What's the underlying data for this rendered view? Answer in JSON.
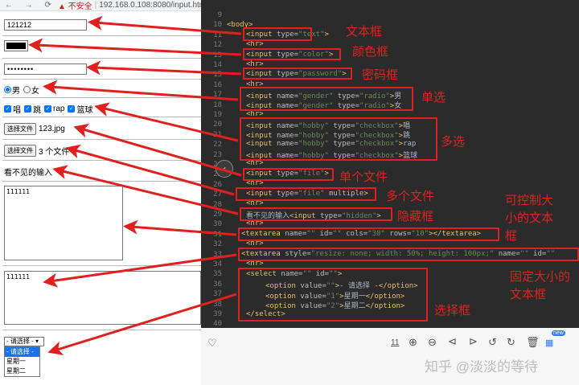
{
  "browser": {
    "nav_icons": "← → ⟳",
    "security_label": "▲ 不安全",
    "url": "192.168.0.108:8080/input.htm"
  },
  "form": {
    "text_value": "121212",
    "color_value": "#000000",
    "password_mask": "••••••••",
    "radio_options": [
      "男",
      "女"
    ],
    "checkbox_options": [
      "唱",
      "跳",
      "rap",
      "篮球"
    ],
    "file_button": "选择文件",
    "file_single_value": "123.jpg",
    "file_multiple_value": "3 个文件",
    "hidden_label": "看不见的输入",
    "textarea1_value": "111111",
    "textarea2_value": "111111",
    "select_value": "- 请选择 -",
    "select_options": [
      "- 请选择 -",
      "星期一",
      "星期二"
    ]
  },
  "editor": {
    "line_numbers": [
      "9",
      "10",
      "11",
      "12",
      "13",
      "14",
      "15",
      "16",
      "17",
      "18",
      "19",
      "20",
      "21",
      "22",
      "23",
      "24",
      "25",
      "26",
      "27",
      "28",
      "29",
      "30",
      "31",
      "32",
      "33",
      "34",
      "35",
      "36",
      "37",
      "38",
      "39",
      "40"
    ]
  },
  "annotations": {
    "text_box": "文本框",
    "color_box": "颜色框",
    "password_box": "密码框",
    "single_select": "单选",
    "multi_select": "多选",
    "single_file": "单个文件",
    "multi_file": "多个文件",
    "hidden_box": "隐藏框",
    "resizable_textarea_1": "可控制大",
    "resizable_textarea_2": "小的文本",
    "resizable_textarea_3": "框",
    "fixed_textarea_1": "固定大小的",
    "fixed_textarea_2": "文本框",
    "select_box": "选择框"
  },
  "toolbar": {
    "page_number": "11",
    "watermark": "知乎 @淡淡的等待",
    "new_badge": "new"
  },
  "colors": {
    "annotation": "#e0201e",
    "editor_bg": "#2b2b2b",
    "checkbox_accent": "#0075ff"
  }
}
